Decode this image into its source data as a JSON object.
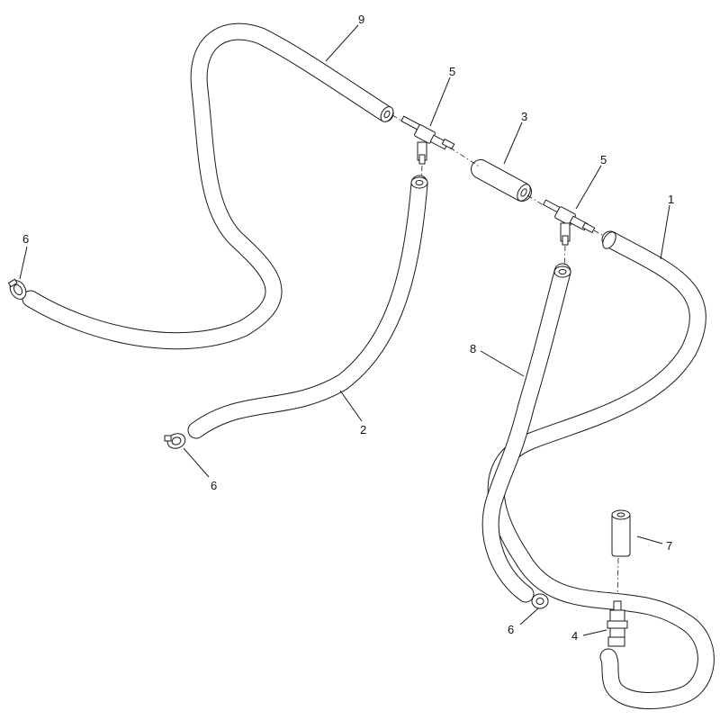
{
  "callouts": {
    "c1": "1",
    "c2": "2",
    "c3": "3",
    "c4": "4",
    "c5a": "5",
    "c5b": "5",
    "c6a": "6",
    "c6b": "6",
    "c6c": "6",
    "c7": "7",
    "c8": "8",
    "c9": "9"
  },
  "colors": {
    "line": "#1a1a1a",
    "fill": "#ffffff"
  }
}
